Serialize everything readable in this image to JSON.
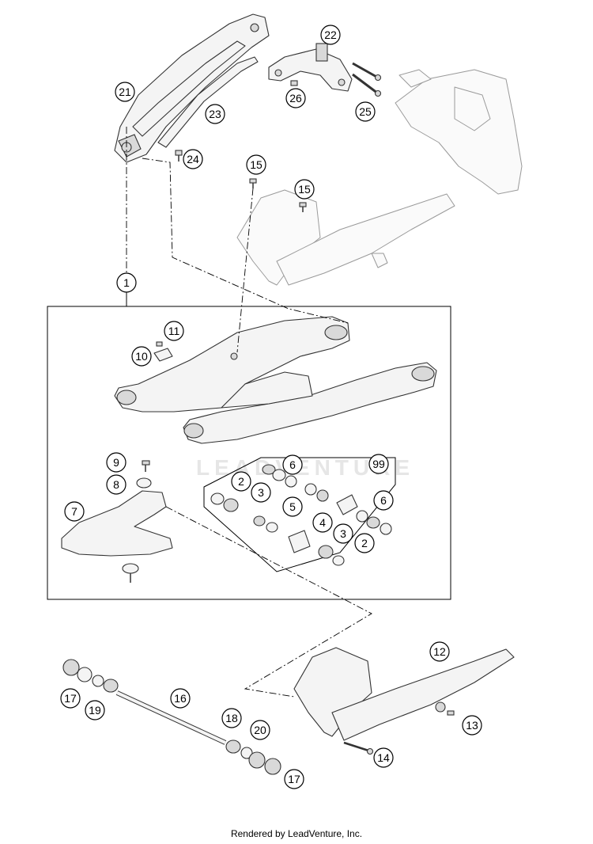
{
  "diagram": {
    "callouts": [
      "1",
      "2",
      "2",
      "3",
      "3",
      "4",
      "5",
      "6",
      "6",
      "7",
      "8",
      "9",
      "10",
      "11",
      "12",
      "13",
      "14",
      "15",
      "15",
      "16",
      "17",
      "17",
      "18",
      "19",
      "20",
      "21",
      "22",
      "23",
      "24",
      "25",
      "26",
      "99"
    ],
    "watermark": "LEADVENTURE",
    "footer": "Rendered by LeadVenture, Inc."
  },
  "colors": {
    "line": "#000000",
    "part_fill": "#f4f4f4",
    "part_stroke": "#333333",
    "ghost_stroke": "#9a9a9a"
  }
}
